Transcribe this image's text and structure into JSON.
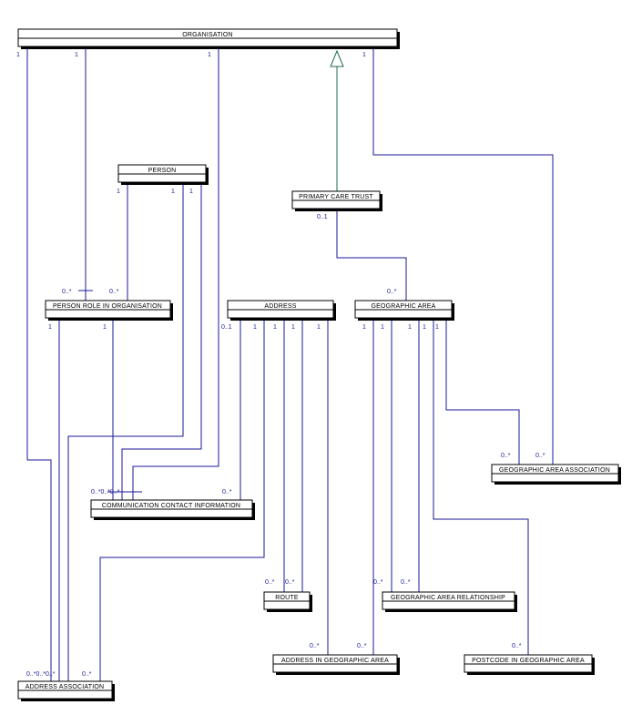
{
  "entities": {
    "organisation": "ORGANISATION",
    "person": "PERSON",
    "primary_care_trust": "PRIMARY CARE TRUST",
    "person_role": "PERSON ROLE IN ORGANISATION",
    "address": "ADDRESS",
    "geographic_area": "GEOGRAPHIC AREA",
    "geographic_area_association": "GEOGRAPHIC AREA ASSOCIATION",
    "communication_contact": "COMMUNICATION CONTACT INFORMATION",
    "route": "ROUTE",
    "geographic_area_relationship": "GEOGRAPHIC AREA RELATIONSHIP",
    "address_in_geographic_area": "ADDRESS IN GEOGRAPHIC AREA",
    "postcode_in_geographic_area": "POSTCODE IN GEOGRAPHIC AREA",
    "address_association": "ADDRESS ASSOCIATION"
  },
  "multiplicities": {
    "org_1_a": "1",
    "org_1_b": "1",
    "org_1_c": "1",
    "org_1_d": "1",
    "person_1_a": "1",
    "person_1_b": "1",
    "person_1_c": "1",
    "pcr_0n_a": "0..*",
    "pcr_0n_b": "0..*",
    "role_1_a": "1",
    "role_1_b": "1",
    "pct_01": "0..1",
    "ga_0n": "0..*",
    "addr_01": "0..1",
    "addr_1_a": "1",
    "addr_1_b": "1",
    "addr_1_c": "1",
    "addr_1_d": "1",
    "ga_1_a": "1",
    "ga_1_b": "1",
    "ga_1_c": "1",
    "ga_1_d": "1",
    "ga_1_e": "1",
    "gaa_0n_a": "0..*",
    "gaa_0n_b": "0..*",
    "cci_0n_group": "0..*0..*0..*",
    "cci_0n": "0..*",
    "route_0n_a": "0..*",
    "route_0n_b": "0..*",
    "gar_0n_a": "0..*",
    "gar_0n_b": "0..*",
    "aiga_0n_a": "0..*",
    "aiga_0n_b": "0..*",
    "piga_0n": "0..*",
    "aa_0n_group": "0..*0..*0..*",
    "aa_0n": "0..*"
  }
}
